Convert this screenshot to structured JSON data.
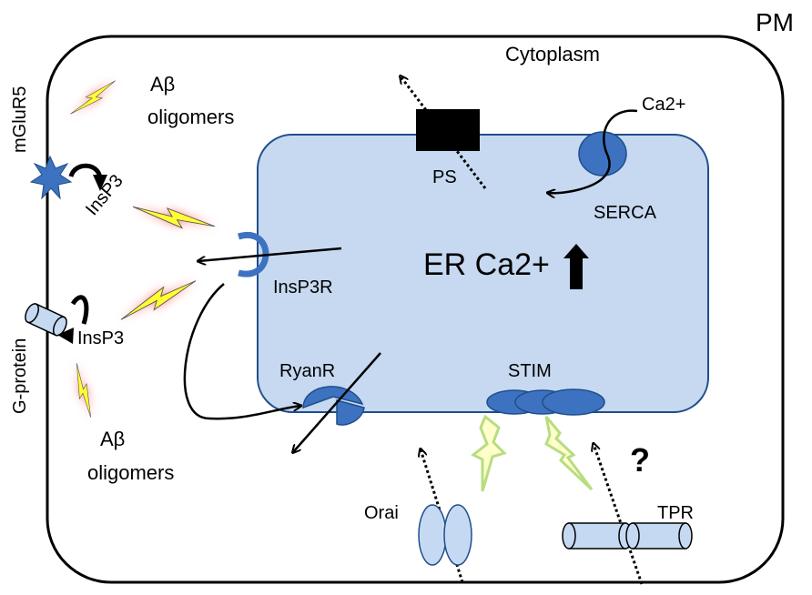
{
  "labels": {
    "pm": "PM",
    "cytoplasm": "Cytoplasm",
    "mglur5": "mGluR5",
    "abeta_top_line1": "Aβ",
    "abeta_top_line2": "oligomers",
    "insp3_upper": "InsP3",
    "gprotein": "G-protein",
    "insp3_lower": "InsP3",
    "abeta_bottom_line1": "Aβ",
    "abeta_bottom_line2": "oligomers",
    "ps": "PS",
    "ca2": "Ca2+",
    "serca": "SERCA",
    "insp3r": "InsP3R",
    "er_ca": "ER Ca2+",
    "ryanr": "RyanR",
    "stim": "STIM",
    "orai": "Orai",
    "tpr": "TPR",
    "question": "?"
  },
  "colors": {
    "er_fill": "#c6d9f1",
    "er_stroke": "#1f4e8a",
    "protein_blue": "#3d72c0",
    "channel_fill": "#c5daf2",
    "bolt_fill": "#ffff33",
    "bolt_glow": "#ff6b6b",
    "stim_bolt_fill": "#ffffcc",
    "stim_bolt_glow": "#c9e88c"
  },
  "icons": [
    "lightning-bolt-icon",
    "receptor-star-icon",
    "channel-cylinder-icon",
    "curved-arrow-icon",
    "up-arrow-icon"
  ]
}
